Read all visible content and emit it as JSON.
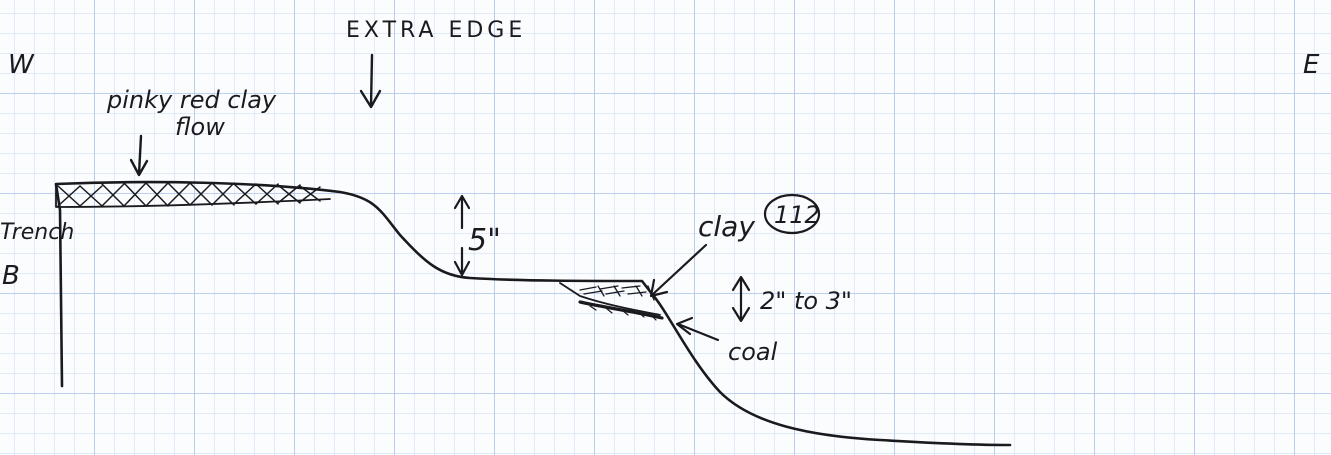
{
  "compass": {
    "west": "W",
    "east": "E"
  },
  "labels": {
    "extra_edge": "EXTRA EDGE",
    "clay_flow_line1": "pinky red clay",
    "clay_flow_line2": "flow",
    "trench_line1": "Trench",
    "trench_line2": "B",
    "drop_height": "5\"",
    "clay": "clay",
    "sample_number": "112",
    "layer_range": "2\" to 3\"",
    "coal": "coal"
  },
  "colors": {
    "grid_minor": "#c9d9f2",
    "grid_major": "#a9c1ea",
    "ink": "#1a1a1e"
  }
}
